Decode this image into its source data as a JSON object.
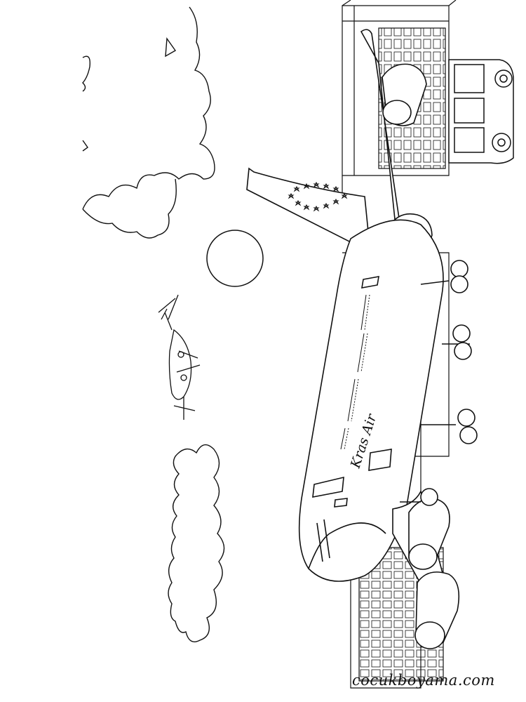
{
  "image": {
    "kind": "coloring-page line drawing",
    "subject": "airliner parked at airport terminal with a helicopter, sun, clouds and a service van",
    "colors": {
      "ink": "#111111",
      "paper": "#ffffff"
    }
  },
  "airliner": {
    "livery_text": "Kras Air"
  },
  "watermark": {
    "text": "cocukboyama.com"
  }
}
